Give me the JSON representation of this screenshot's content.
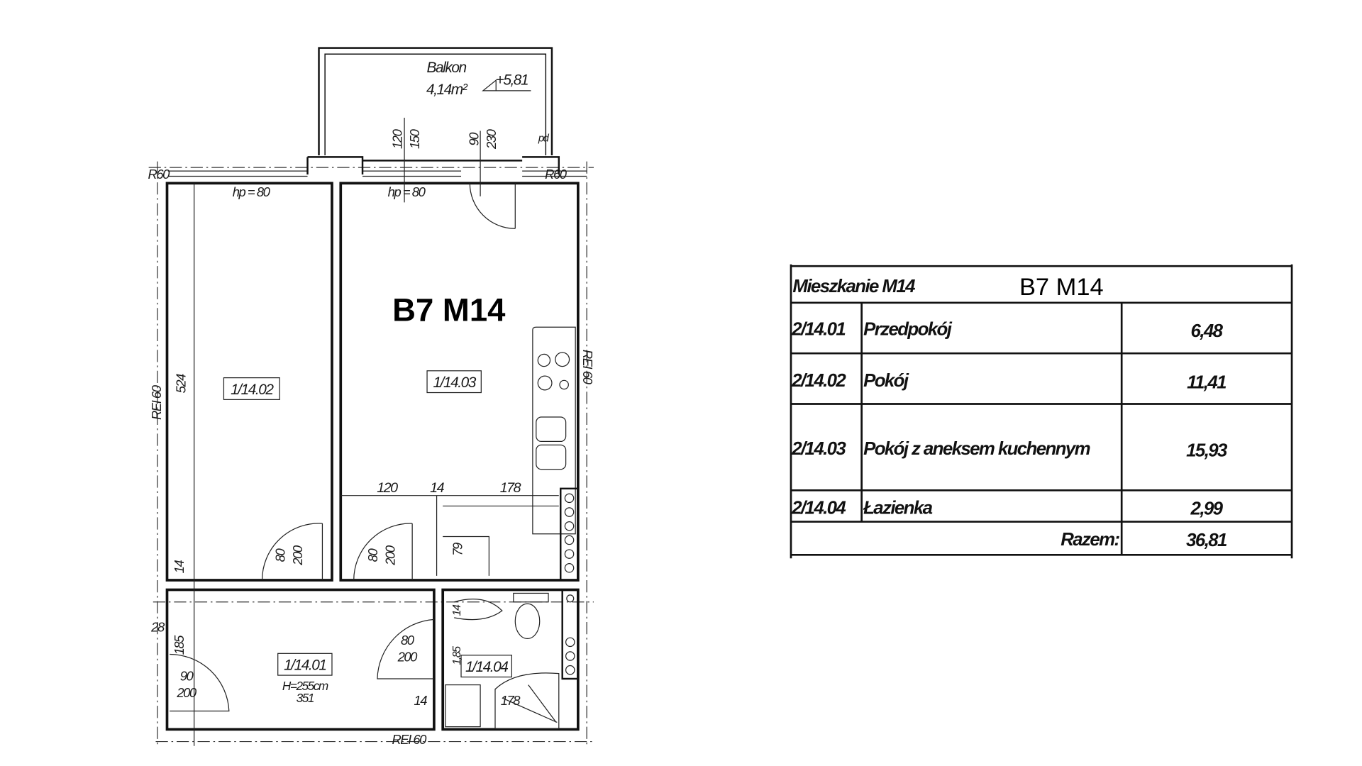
{
  "plan": {
    "title": "B7 M14",
    "balcony": {
      "name": "Balkon",
      "area": "4,14m²",
      "level": "+5,81"
    },
    "labels": {
      "r60_left": "R60",
      "r60_right": "R60",
      "hp_left": "hp = 80",
      "hp_right": "hp = 80",
      "win_w": "120",
      "win_h": "150",
      "door_w": "90",
      "door_h": "230",
      "pd": "pd",
      "rei_left": "REI 60",
      "rei_right": "REI 60",
      "rei_bottom": "REI 60",
      "dim_524": "524",
      "dim_120": "120",
      "dim_14a": "14",
      "dim_178a": "178",
      "door1_w": "80",
      "door1_h": "200",
      "door2_w": "80",
      "door2_h": "200",
      "dim_79": "79",
      "dim_14b": "14",
      "dim_28": "28",
      "dim_185": "185",
      "door3_w": "90",
      "door3_h": "200",
      "door4_w": "80",
      "door4_h": "200",
      "dim_14c": "14",
      "dim_185b": "1,85",
      "dim_178b": "178",
      "dim_14d": "14",
      "height": "H=255cm",
      "dim_351": "351"
    },
    "rooms": {
      "r02": "1/14.02",
      "r03": "1/14.03",
      "r01": "1/14.01",
      "r04": "1/14.04"
    }
  },
  "table": {
    "header": "Mieszkanie M14",
    "title": "B7 M14",
    "rows": [
      {
        "id": "2/14.01",
        "name": "Przedpokój",
        "area": "6,48"
      },
      {
        "id": "2/14.02",
        "name": "Pokój",
        "area": "11,41"
      },
      {
        "id": "2/14.03",
        "name": "Pokój z aneksem kuchennym",
        "area": "15,93"
      },
      {
        "id": "2/14.04",
        "name": "Łazienka",
        "area": "2,99"
      }
    ],
    "total_label": "Razem:",
    "total_value": "36,81"
  }
}
